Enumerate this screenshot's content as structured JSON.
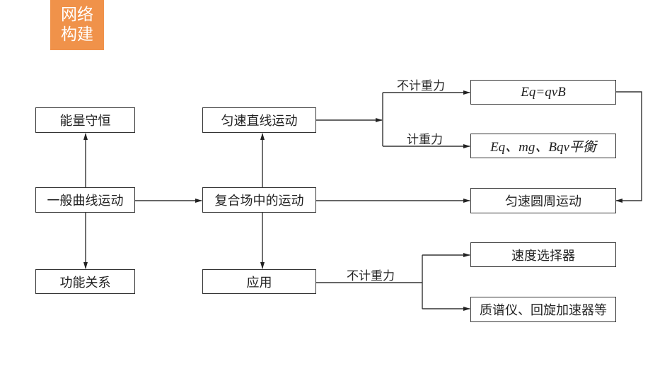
{
  "badge": {
    "line1": "网络",
    "line2": "构建",
    "color": "#f0924a"
  },
  "nodes": {
    "energy_conservation": "能量守恒",
    "general_curve": "一般曲线运动",
    "work_energy": "功能关系",
    "uniform_linear": "匀速直线运动",
    "compound_field": "复合场中的运动",
    "application": "应用",
    "eq_qvb": "Eq=qvB",
    "balance": "Eq、mg、Bqv平衡",
    "uniform_circular": "匀速圆周运动",
    "velocity_selector": "速度选择器",
    "mass_spec": "质谱仪、回旋加速器等"
  },
  "edge_labels": {
    "ignore_gravity_top": "不计重力",
    "with_gravity": "计重力",
    "ignore_gravity_bottom": "不计重力"
  }
}
